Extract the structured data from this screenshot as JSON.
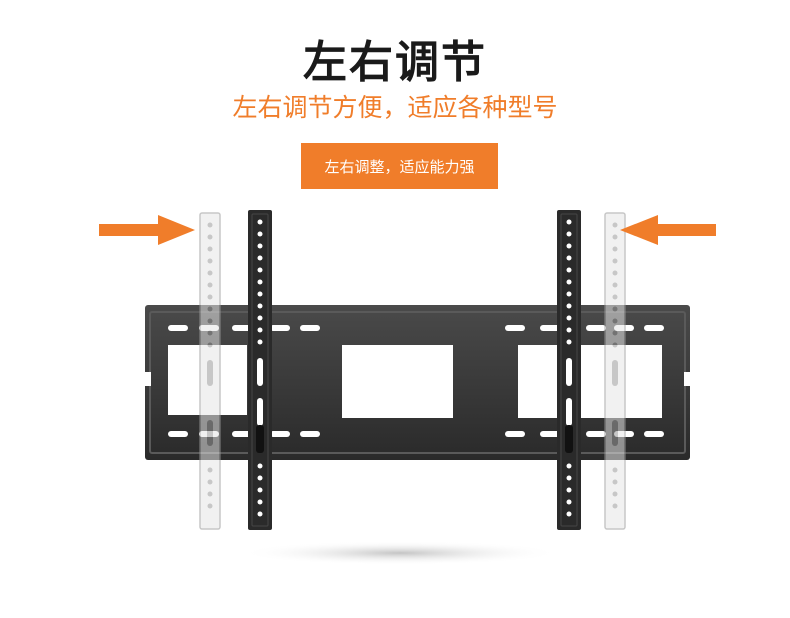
{
  "header": {
    "title": "左右调节",
    "subtitle": "左右调节方便，适应各种型号"
  },
  "badge": {
    "text": "左右调整，适应能力强"
  },
  "colors": {
    "accent": "#f07d2a",
    "bracket": "#2a2a2a",
    "ghost_arm": "#c8c8c8"
  },
  "icons": [
    "arrow-right-icon",
    "arrow-left-icon"
  ]
}
